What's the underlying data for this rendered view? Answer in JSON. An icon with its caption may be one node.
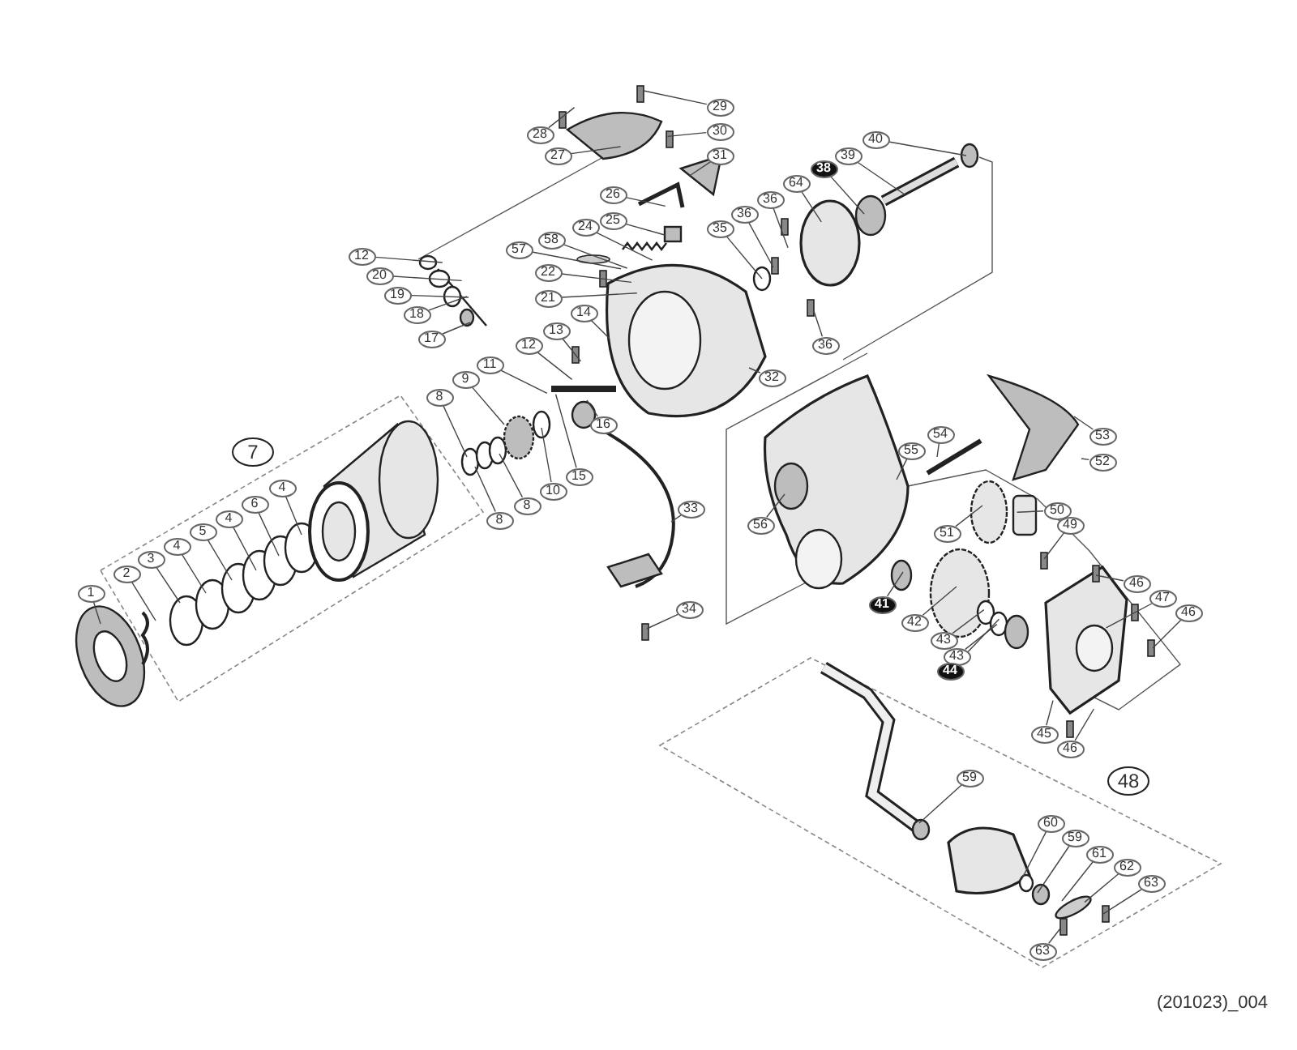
{
  "diagram": {
    "nodes": [
      {
        "text": [
          "29"
        ]
      },
      {
        "text": [
          "30"
        ]
      },
      {
        "text": [
          "28"
        ]
      },
      {
        "text": [
          "40"
        ]
      },
      {
        "text": [
          "27"
        ]
      },
      {
        "text": [
          "31"
        ]
      },
      {
        "text": [
          "39"
        ]
      },
      {
        "text": [
          "38"
        ]
      },
      {
        "text": [
          "64"
        ]
      },
      {
        "text": [
          "26"
        ]
      },
      {
        "text": [
          "36"
        ]
      },
      {
        "text": [
          "36"
        ]
      },
      {
        "text": [
          "25"
        ]
      },
      {
        "text": [
          "35"
        ]
      },
      {
        "text": [
          "24"
        ]
      },
      {
        "text": [
          "58"
        ]
      },
      {
        "text": [
          "57"
        ]
      },
      {
        "text": [
          "12"
        ]
      },
      {
        "text": [
          "22"
        ]
      },
      {
        "text": [
          "20"
        ]
      },
      {
        "text": [
          "19"
        ]
      },
      {
        "text": [
          "21"
        ]
      },
      {
        "text": [
          "14"
        ]
      },
      {
        "text": [
          "18"
        ]
      },
      {
        "text": [
          "13"
        ]
      },
      {
        "text": [
          "17"
        ]
      },
      {
        "text": [
          "12"
        ]
      },
      {
        "text": [
          "36"
        ]
      },
      {
        "text": [
          "11"
        ]
      },
      {
        "text": [
          "32"
        ]
      },
      {
        "text": [
          "9"
        ]
      },
      {
        "text": [
          "8"
        ]
      },
      {
        "text": [
          "16"
        ]
      },
      {
        "text": [
          "54"
        ]
      },
      {
        "text": [
          "53"
        ]
      },
      {
        "text": [
          "55"
        ]
      },
      {
        "text": [
          "7"
        ]
      },
      {
        "text": [
          "52"
        ]
      },
      {
        "text": [
          "15"
        ]
      },
      {
        "text": [
          "4"
        ]
      },
      {
        "text": [
          "10"
        ]
      },
      {
        "text": [
          "6"
        ]
      },
      {
        "text": [
          "8"
        ]
      },
      {
        "text": [
          "33"
        ]
      },
      {
        "text": [
          "50"
        ]
      },
      {
        "text": [
          "4"
        ]
      },
      {
        "text": [
          "8"
        ]
      },
      {
        "text": [
          "56"
        ]
      },
      {
        "text": [
          "49"
        ]
      },
      {
        "text": [
          "5"
        ]
      },
      {
        "text": [
          "51"
        ]
      },
      {
        "text": [
          "4"
        ]
      },
      {
        "text": [
          "3"
        ]
      },
      {
        "text": [
          "2"
        ]
      },
      {
        "text": [
          "46"
        ]
      },
      {
        "text": [
          "1"
        ]
      },
      {
        "text": [
          "47"
        ]
      },
      {
        "text": [
          "41"
        ]
      },
      {
        "text": [
          "34"
        ]
      },
      {
        "text": [
          "46"
        ]
      },
      {
        "text": [
          "42"
        ]
      },
      {
        "text": [
          "43"
        ]
      },
      {
        "text": [
          "43"
        ]
      },
      {
        "text": [
          "44"
        ]
      },
      {
        "text": [
          "45"
        ]
      },
      {
        "text": [
          "46"
        ]
      },
      {
        "text": [
          "59"
        ]
      },
      {
        "text": [
          "48"
        ]
      },
      {
        "text": [
          "60"
        ]
      },
      {
        "text": [
          "59"
        ]
      },
      {
        "text": [
          "61"
        ]
      },
      {
        "text": [
          "62"
        ]
      },
      {
        "text": [
          "63"
        ]
      },
      {
        "text": [
          "63"
        ]
      }
    ],
    "edges": [
      {
        "from": 0,
        "to": null,
        "arrow": "none"
      },
      {
        "from": 1,
        "to": null,
        "arrow": "none"
      },
      {
        "from": 2,
        "to": null,
        "arrow": "none"
      },
      {
        "from": 3,
        "to": null,
        "arrow": "none"
      },
      {
        "from": 4,
        "to": null,
        "arrow": "none"
      },
      {
        "from": 5,
        "to": null,
        "arrow": "none"
      },
      {
        "from": 6,
        "to": null,
        "arrow": "none"
      },
      {
        "from": 7,
        "to": null,
        "arrow": "none"
      },
      {
        "from": 8,
        "to": null,
        "arrow": "none"
      },
      {
        "from": 9,
        "to": null,
        "arrow": "none"
      },
      {
        "from": 10,
        "to": null,
        "arrow": "none"
      },
      {
        "from": 11,
        "to": null,
        "arrow": "none"
      },
      {
        "from": 12,
        "to": null,
        "arrow": "none"
      },
      {
        "from": 13,
        "to": null,
        "arrow": "none"
      },
      {
        "from": 14,
        "to": null,
        "arrow": "none"
      },
      {
        "from": 15,
        "to": null,
        "arrow": "none"
      },
      {
        "from": 16,
        "to": null,
        "arrow": "none"
      },
      {
        "from": 17,
        "to": null,
        "arrow": "none"
      },
      {
        "from": 18,
        "to": null,
        "arrow": "none"
      },
      {
        "from": 19,
        "to": null,
        "arrow": "none"
      },
      {
        "from": 20,
        "to": null,
        "arrow": "none"
      },
      {
        "from": 21,
        "to": null,
        "arrow": "none"
      },
      {
        "from": 22,
        "to": null,
        "arrow": "none"
      },
      {
        "from": 23,
        "to": null,
        "arrow": "none"
      },
      {
        "from": 24,
        "to": null,
        "arrow": "none"
      },
      {
        "from": 25,
        "to": null,
        "arrow": "none"
      },
      {
        "from": 26,
        "to": null,
        "arrow": "none"
      },
      {
        "from": 27,
        "to": null,
        "arrow": "none"
      },
      {
        "from": 28,
        "to": null,
        "arrow": "none"
      },
      {
        "from": 29,
        "to": null,
        "arrow": "none"
      },
      {
        "from": 30,
        "to": null,
        "arrow": "none"
      },
      {
        "from": 31,
        "to": null,
        "arrow": "none"
      },
      {
        "from": 32,
        "to": null,
        "arrow": "none"
      },
      {
        "from": 33,
        "to": null,
        "arrow": "none"
      },
      {
        "from": 34,
        "to": null,
        "arrow": "none"
      },
      {
        "from": 35,
        "to": null,
        "arrow": "none"
      },
      {
        "from": 37,
        "to": null,
        "arrow": "none"
      },
      {
        "from": 38,
        "to": null,
        "arrow": "none"
      },
      {
        "from": 39,
        "to": null,
        "arrow": "none"
      },
      {
        "from": 40,
        "to": null,
        "arrow": "none"
      },
      {
        "from": 41,
        "to": null,
        "arrow": "none"
      },
      {
        "from": 42,
        "to": null,
        "arrow": "none"
      },
      {
        "from": 43,
        "to": null,
        "arrow": "none"
      },
      {
        "from": 44,
        "to": null,
        "arrow": "none"
      },
      {
        "from": 45,
        "to": null,
        "arrow": "none"
      },
      {
        "from": 46,
        "to": null,
        "arrow": "none"
      },
      {
        "from": 47,
        "to": null,
        "arrow": "none"
      },
      {
        "from": 48,
        "to": null,
        "arrow": "none"
      },
      {
        "from": 49,
        "to": null,
        "arrow": "none"
      },
      {
        "from": 50,
        "to": null,
        "arrow": "none"
      },
      {
        "from": 51,
        "to": null,
        "arrow": "none"
      },
      {
        "from": 52,
        "to": null,
        "arrow": "none"
      },
      {
        "from": 53,
        "to": null,
        "arrow": "none"
      },
      {
        "from": 54,
        "to": null,
        "arrow": "none"
      },
      {
        "from": 55,
        "to": null,
        "arrow": "none"
      },
      {
        "from": 56,
        "to": null,
        "arrow": "none"
      },
      {
        "from": 57,
        "to": null,
        "arrow": "none"
      },
      {
        "from": 58,
        "to": null,
        "arrow": "none"
      },
      {
        "from": 59,
        "to": null,
        "arrow": "none"
      },
      {
        "from": 60,
        "to": null,
        "arrow": "none"
      },
      {
        "from": 61,
        "to": null,
        "arrow": "none"
      },
      {
        "from": 62,
        "to": null,
        "arrow": "none"
      },
      {
        "from": 63,
        "to": null,
        "arrow": "none"
      },
      {
        "from": 64,
        "to": null,
        "arrow": "none"
      },
      {
        "from": 65,
        "to": null,
        "arrow": "none"
      },
      {
        "from": 66,
        "to": null,
        "arrow": "none"
      },
      {
        "from": 68,
        "to": null,
        "arrow": "none"
      },
      {
        "from": 69,
        "to": null,
        "arrow": "none"
      },
      {
        "from": 70,
        "to": null,
        "arrow": "none"
      },
      {
        "from": 71,
        "to": null,
        "arrow": "none"
      },
      {
        "from": 72,
        "to": null,
        "arrow": "none"
      },
      {
        "from": 73,
        "to": null,
        "arrow": "none"
      }
    ],
    "labels": [
      "(201023)_004"
    ]
  }
}
